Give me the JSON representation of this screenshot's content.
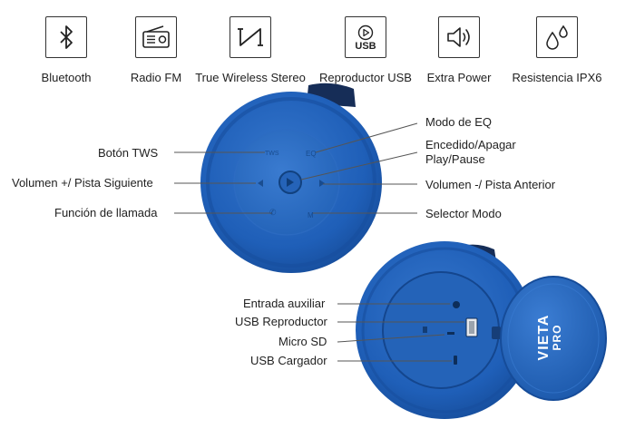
{
  "features": [
    {
      "label": "Bluetooth",
      "icon": "bluetooth-icon"
    },
    {
      "label": "Radio FM",
      "icon": "radio-icon"
    },
    {
      "label": "True Wireless Stereo",
      "icon": "tws-icon"
    },
    {
      "label": "Reproductor USB",
      "icon": "usb-play-icon"
    },
    {
      "label": "Extra Power",
      "icon": "speaker-volume-icon"
    },
    {
      "label": "Resistencia  IPX6",
      "icon": "water-drops-icon"
    }
  ],
  "usb_icon_text": "USB",
  "top_callouts": {
    "boton_tws": "Botón TWS",
    "volumen_mas": "Volumen +/ Pista Siguiente",
    "funcion_llamada": "Función de llamada",
    "modo_eq": "Modo de EQ",
    "encendido_line1": "Encedido/Apagar",
    "encendido_line2": "Play/Pause",
    "volumen_menos": "Volumen -/ Pista Anterior",
    "selector_modo": "Selector Modo"
  },
  "button_marks": {
    "tws": "TWS",
    "eq": "EQ",
    "mode": "M"
  },
  "bottom_callouts": {
    "entrada_auxiliar": "Entrada auxiliar",
    "usb_reproductor": "USB Reproductor",
    "micro_sd": "Micro SD",
    "usb_cargador": "USB Cargador"
  },
  "brand": {
    "line1": "VIETA",
    "line2": "PRO"
  },
  "colors": {
    "speaker_blue": "#1f5fb8",
    "speaker_dark": "#14468e",
    "strap": "#162d57"
  }
}
